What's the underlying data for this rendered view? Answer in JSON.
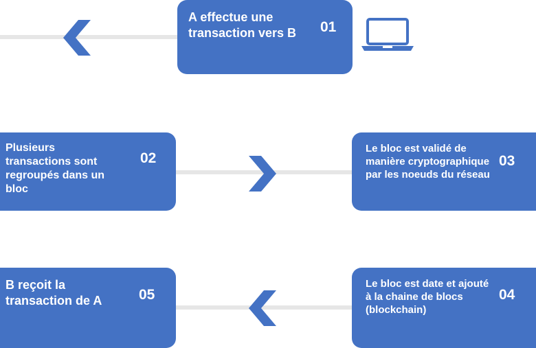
{
  "colors": {
    "box": "#4472c4",
    "connector": "#e6e6e6",
    "arrow": "#4472c4",
    "text": "#ffffff"
  },
  "steps": [
    {
      "number": "01",
      "text": "A effectue une transaction vers B"
    },
    {
      "number": "02",
      "text": "Plusieurs transactions sont regroupés dans un bloc"
    },
    {
      "number": "03",
      "text": "Le bloc est validé de manière cryptographique par les noeuds du réseau"
    },
    {
      "number": "04",
      "text": "Le bloc est date et ajouté à la chaine de blocs (blockchain)"
    },
    {
      "number": "05",
      "text": "B reçoit la transaction de A"
    }
  ],
  "icons": {
    "device": "laptop-icon",
    "arrows": [
      "chevron-left-icon",
      "chevron-right-icon",
      "chevron-left-icon"
    ]
  }
}
